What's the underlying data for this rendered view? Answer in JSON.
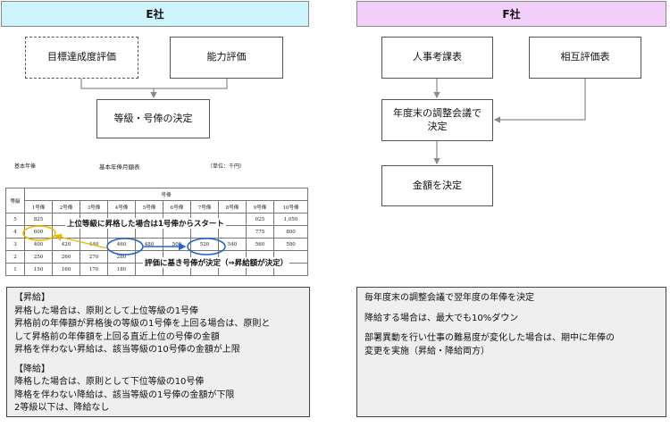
{
  "left": {
    "header": "E社",
    "header_color": "#cdf4fa",
    "box_goal": "目標達成度評価",
    "box_ability": "能力評価",
    "box_grade": "等級・号俸の決定",
    "table_caption_left": "基本年俸",
    "table_caption_center": "基本年俸月額表",
    "table_caption_unit": "（単位：千円）",
    "table": {
      "grade_header": "等級",
      "step_header": "号俸",
      "columns": [
        "1号俸",
        "2号俸",
        "3号俸",
        "4号俸",
        "5号俸",
        "6号俸",
        "7号俸",
        "8号俸",
        "9号俸",
        "10号俸"
      ],
      "rows": [
        {
          "grade": "5",
          "values": [
            "825",
            "",
            "",
            "",
            "",
            "",
            "",
            "",
            "025",
            "1,050"
          ]
        },
        {
          "grade": "4",
          "values": [
            "600",
            "",
            "",
            "",
            "",
            "",
            "",
            "",
            "775",
            "800"
          ]
        },
        {
          "grade": "3",
          "values": [
            "400",
            "420",
            "440",
            "460",
            "480",
            "500",
            "520",
            "540",
            "560",
            "580"
          ]
        },
        {
          "grade": "2",
          "values": [
            "250",
            "260",
            "270",
            "280",
            "",
            "",
            "",
            "",
            "",
            ""
          ]
        },
        {
          "grade": "1",
          "values": [
            "150",
            "160",
            "170",
            "180",
            "",
            "",
            "",
            "",
            "",
            ""
          ]
        }
      ]
    },
    "callout_top": "上位等級に昇格した場合は1号俸からスタート",
    "callout_bottom": "評価に基き号俸が決定（⇒昇給額が決定）",
    "highlight_color": "#2266cc",
    "arrow_color": "#f0b400",
    "note_lines": [
      "【昇給】",
      "昇格した場合は、原則として上位等級の1号俸",
      "昇格前の年俸額が昇格後の等級の1号俸を上回る場合は、原則と",
      "して昇格前の年俸額を上回る直近上位の号俸の金額",
      "昇格を伴わない昇給は、該当等級の10号俸の金額が上限",
      "",
      "【降給】",
      "降格した場合は、原則として下位等級の10号俸",
      "降格を伴わない降給は、該当等級の1号俸の金額が下限",
      "2等級以下は、降給なし"
    ]
  },
  "right": {
    "header": "F社",
    "header_color": "#f3d0fb",
    "box_hr": "人事考課表",
    "box_peer": "相互評価表",
    "box_meeting_line1": "年度末の調整会議で",
    "box_meeting_line2": "決定",
    "box_amount": "金額を決定",
    "note_lines": [
      "毎年度末の調整会議で翌年度の年俸を決定",
      "",
      "降給する場合は、最大でも10%ダウン",
      "",
      "部署異動を行い仕事の難易度が変化した場合は、期中に年俸の",
      "変更を実施（昇給・降給両方）"
    ]
  }
}
